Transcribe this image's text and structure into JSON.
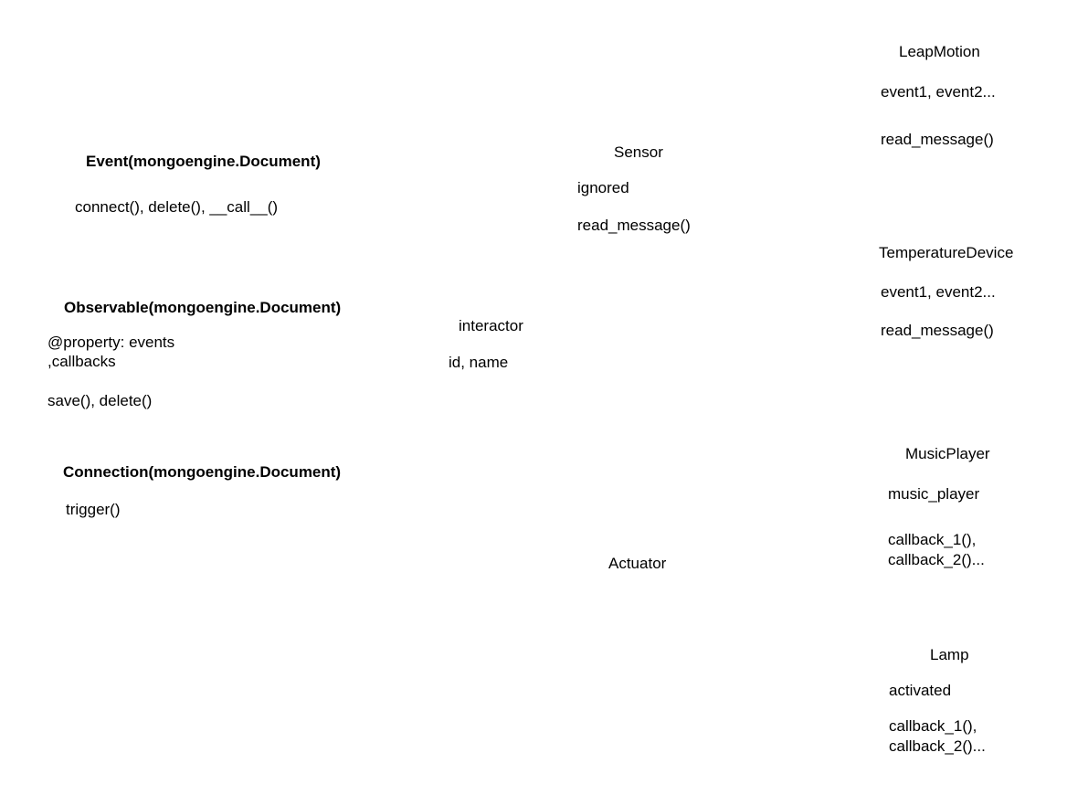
{
  "classes": {
    "event": {
      "name": "Event(mongoengine.Document)",
      "methods": "connect(), delete(), __call__()"
    },
    "observable": {
      "name": "Observable(mongoengine.Document)",
      "attributes_line1": "@property: events",
      "attributes_line2": ",callbacks",
      "methods": "save(), delete()"
    },
    "connection": {
      "name": "Connection(mongoengine.Document)",
      "methods": "trigger()"
    },
    "interactor": {
      "name": "interactor",
      "attributes": "id, name"
    },
    "sensor": {
      "name": "Sensor",
      "attributes": "ignored",
      "methods": "read_message()"
    },
    "actuator": {
      "name": "Actuator"
    },
    "leap_motion": {
      "name": "LeapMotion",
      "attributes": "event1, event2...",
      "methods": "read_message()"
    },
    "temperature_device": {
      "name": "TemperatureDevice",
      "attributes": "event1, event2...",
      "methods": "read_message()"
    },
    "music_player": {
      "name": "MusicPlayer",
      "attributes": "music_player",
      "methods_line1": "callback_1(),",
      "methods_line2": "callback_2()..."
    },
    "lamp": {
      "name": "Lamp",
      "attributes": "activated",
      "methods_line1": "callback_1(),",
      "methods_line2": "callback_2()..."
    }
  }
}
